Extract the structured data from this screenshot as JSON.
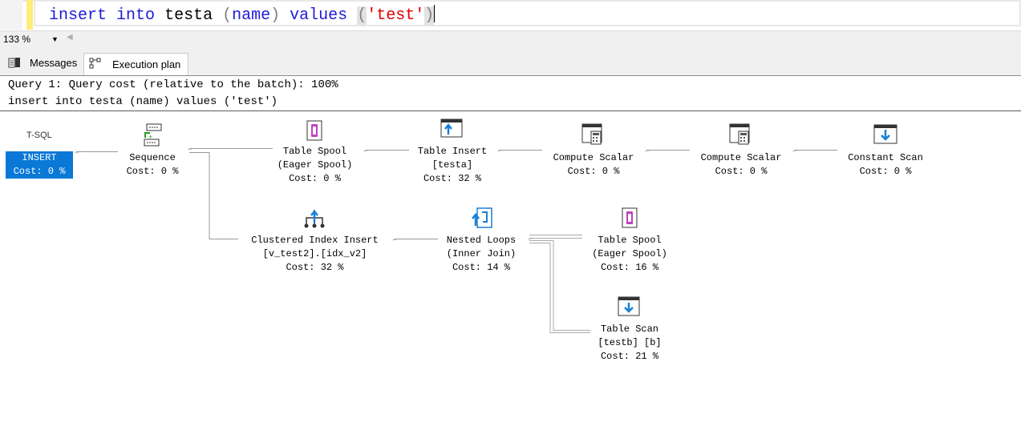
{
  "editor": {
    "code": {
      "kw1": "insert",
      "kw2": "into",
      "table": "testa",
      "lparen1": "(",
      "column": "name",
      "rparen1": ")",
      "kw3": "values",
      "lparen2": "(",
      "string": "'test'",
      "rparen2": ")"
    }
  },
  "toolbar": {
    "zoom_value": "133 %"
  },
  "tabs": [
    {
      "label": "Messages",
      "icon": "messages-icon",
      "selected": false
    },
    {
      "label": "Execution plan",
      "icon": "execution-plan-icon",
      "selected": true
    }
  ],
  "query": {
    "header": "Query 1: Query cost (relative to the batch): 100%",
    "statement": "insert into testa (name) values ('test')"
  },
  "plan": {
    "statement_type": "T-SQL",
    "root": {
      "title": "INSERT",
      "cost": "Cost: 0 %"
    },
    "nodes": {
      "sequence": {
        "lines": [
          "Sequence",
          "Cost: 0 %"
        ],
        "icon": "sequence-icon"
      },
      "table_spool_1": {
        "lines": [
          "Table Spool",
          "(Eager Spool)",
          "Cost: 0 %"
        ],
        "icon": "table-spool-icon"
      },
      "table_insert": {
        "lines": [
          "Table Insert",
          "[testa]",
          "Cost: 32 %"
        ],
        "icon": "table-insert-icon"
      },
      "compute_scalar_1": {
        "lines": [
          "Compute Scalar",
          "Cost: 0 %"
        ],
        "icon": "compute-scalar-icon"
      },
      "compute_scalar_2": {
        "lines": [
          "Compute Scalar",
          "Cost: 0 %"
        ],
        "icon": "compute-scalar-icon"
      },
      "constant_scan": {
        "lines": [
          "Constant Scan",
          "Cost: 0 %"
        ],
        "icon": "constant-scan-icon"
      },
      "clustered_index_insert": {
        "lines": [
          "Clustered Index Insert",
          "[v_test2].[idx_v2]",
          "Cost: 32 %"
        ],
        "icon": "clustered-index-insert-icon"
      },
      "nested_loops": {
        "lines": [
          "Nested Loops",
          "(Inner Join)",
          "Cost: 14 %"
        ],
        "icon": "nested-loops-icon"
      },
      "table_spool_2": {
        "lines": [
          "Table Spool",
          "(Eager Spool)",
          "Cost: 16 %"
        ],
        "icon": "table-spool-icon"
      },
      "table_scan": {
        "lines": [
          "Table Scan",
          "[testb] [b]",
          "Cost: 21 %"
        ],
        "icon": "table-scan-icon"
      }
    }
  },
  "colors": {
    "keyword": "#1c1cd6",
    "string": "#e00000",
    "selected_node": "#0a78d7",
    "change_bar": "#ffec7a"
  }
}
